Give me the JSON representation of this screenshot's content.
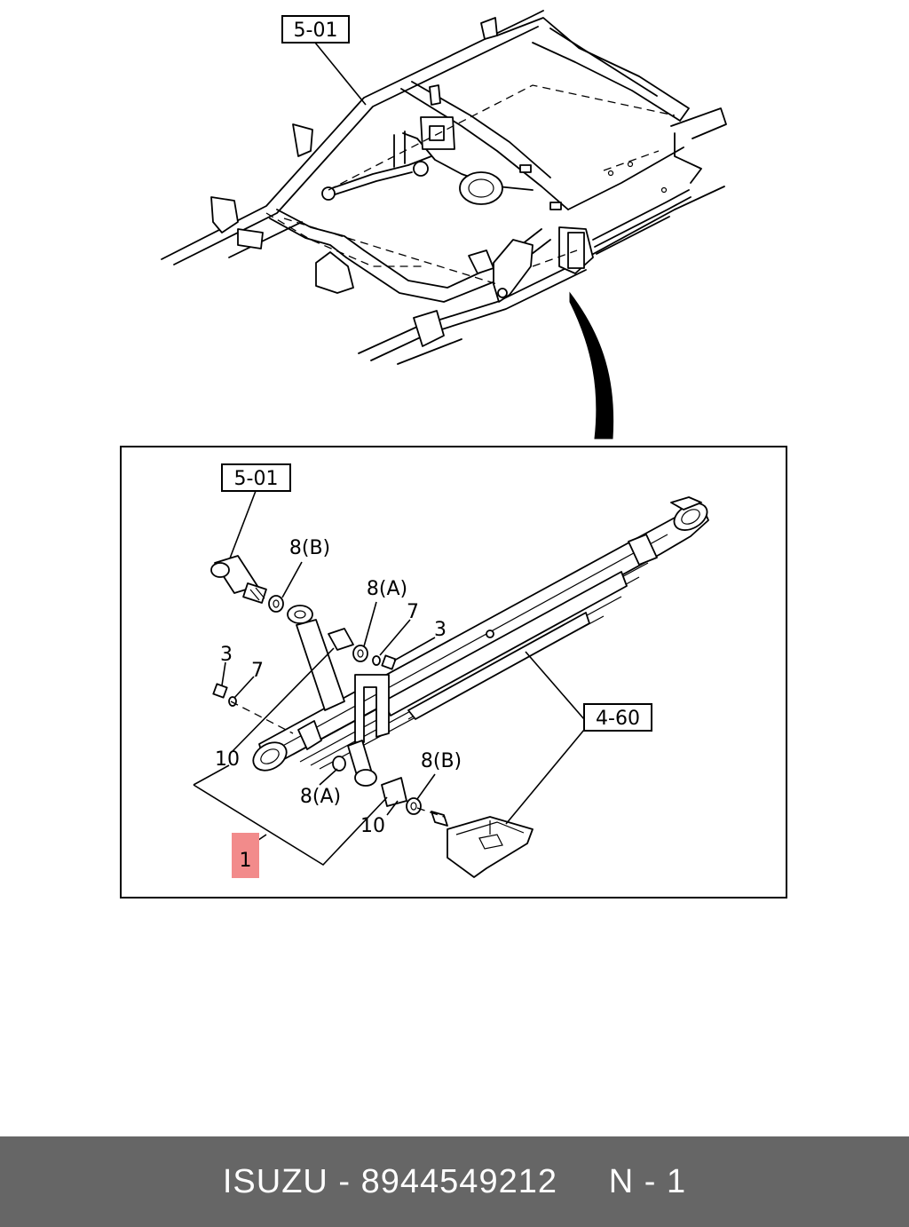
{
  "diagram": {
    "callouts": {
      "frame_ref_top": "5-01",
      "frame_ref_detail": "5-01",
      "spring_ref": "4-60",
      "highlight_part": "1"
    },
    "parts": {
      "washer_8b_top": "8(B)",
      "washer_8a_top": "8(A)",
      "washer_7_right": "7",
      "nut_3_right": "3",
      "nut_3_left": "3",
      "washer_7_left": "7",
      "bushing_10_left": "10",
      "washer_8a_bottom": "8(A)",
      "washer_8b_bottom": "8(B)",
      "bushing_10_bottom": "10"
    },
    "highlight_color": "#f28b8b"
  },
  "footer": {
    "brand": "ISUZU",
    "part_number": "8944549212",
    "position_code": "N - 1",
    "sep": " - ",
    "gap": "     "
  }
}
